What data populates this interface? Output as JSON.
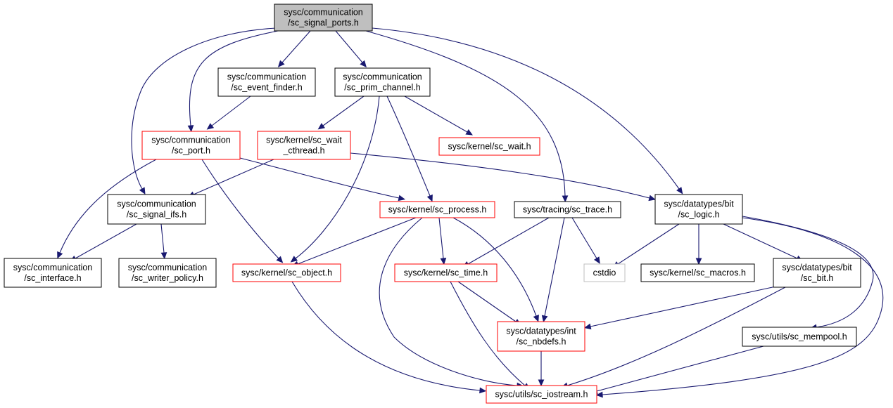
{
  "colors": {
    "edge": "#191970",
    "root_fill": "#bfbfbf",
    "border_default": "#000000",
    "border_truncated": "#ff0000",
    "border_external": "#bfbfbf"
  },
  "nodes": [
    {
      "id": "sc_signal_ports",
      "lines": [
        "sysc/communication",
        "/sc_signal_ports.h"
      ],
      "kind": "root"
    },
    {
      "id": "sc_event_finder",
      "lines": [
        "sysc/communication",
        "/sc_event_finder.h"
      ],
      "kind": "normal"
    },
    {
      "id": "sc_prim_channel",
      "lines": [
        "sysc/communication",
        "/sc_prim_channel.h"
      ],
      "kind": "normal"
    },
    {
      "id": "sc_port",
      "lines": [
        "sysc/communication",
        "/sc_port.h"
      ],
      "kind": "truncated"
    },
    {
      "id": "sc_wait_cthread",
      "lines": [
        "sysc/kernel/sc_wait",
        "_cthread.h"
      ],
      "kind": "truncated"
    },
    {
      "id": "sc_wait",
      "lines": [
        "sysc/kernel/sc_wait.h"
      ],
      "kind": "truncated"
    },
    {
      "id": "sc_signal_ifs",
      "lines": [
        "sysc/communication",
        "/sc_signal_ifs.h"
      ],
      "kind": "normal"
    },
    {
      "id": "sc_process",
      "lines": [
        "sysc/kernel/sc_process.h"
      ],
      "kind": "truncated"
    },
    {
      "id": "sc_trace",
      "lines": [
        "sysc/tracing/sc_trace.h"
      ],
      "kind": "normal"
    },
    {
      "id": "sc_logic",
      "lines": [
        "sysc/datatypes/bit",
        "/sc_logic.h"
      ],
      "kind": "normal"
    },
    {
      "id": "sc_interface",
      "lines": [
        "sysc/communication",
        "/sc_interface.h"
      ],
      "kind": "normal"
    },
    {
      "id": "sc_writer_policy",
      "lines": [
        "sysc/communication",
        "/sc_writer_policy.h"
      ],
      "kind": "normal"
    },
    {
      "id": "sc_object",
      "lines": [
        "sysc/kernel/sc_object.h"
      ],
      "kind": "truncated"
    },
    {
      "id": "sc_time",
      "lines": [
        "sysc/kernel/sc_time.h"
      ],
      "kind": "truncated"
    },
    {
      "id": "cstdio",
      "lines": [
        "cstdio"
      ],
      "kind": "external"
    },
    {
      "id": "sc_macros",
      "lines": [
        "sysc/kernel/sc_macros.h"
      ],
      "kind": "normal"
    },
    {
      "id": "sc_bit",
      "lines": [
        "sysc/datatypes/bit",
        "/sc_bit.h"
      ],
      "kind": "normal"
    },
    {
      "id": "sc_nbdefs",
      "lines": [
        "sysc/datatypes/int",
        "/sc_nbdefs.h"
      ],
      "kind": "truncated"
    },
    {
      "id": "sc_mempool",
      "lines": [
        "sysc/utils/sc_mempool.h"
      ],
      "kind": "normal"
    },
    {
      "id": "sc_iostream",
      "lines": [
        "sysc/utils/sc_iostream.h"
      ],
      "kind": "truncated"
    }
  ],
  "edges": [
    {
      "from": "sc_signal_ports",
      "to": "sc_event_finder"
    },
    {
      "from": "sc_signal_ports",
      "to": "sc_prim_channel"
    },
    {
      "from": "sc_signal_ports",
      "to": "sc_port"
    },
    {
      "from": "sc_signal_ports",
      "to": "sc_signal_ifs"
    },
    {
      "from": "sc_signal_ports",
      "to": "sc_trace"
    },
    {
      "from": "sc_signal_ports",
      "to": "sc_logic"
    },
    {
      "from": "sc_event_finder",
      "to": "sc_port"
    },
    {
      "from": "sc_prim_channel",
      "to": "sc_wait_cthread"
    },
    {
      "from": "sc_prim_channel",
      "to": "sc_wait"
    },
    {
      "from": "sc_prim_channel",
      "to": "sc_process"
    },
    {
      "from": "sc_prim_channel",
      "to": "sc_object"
    },
    {
      "from": "sc_port",
      "to": "sc_interface"
    },
    {
      "from": "sc_port",
      "to": "sc_process"
    },
    {
      "from": "sc_port",
      "to": "sc_object"
    },
    {
      "from": "sc_wait_cthread",
      "to": "sc_signal_ifs"
    },
    {
      "from": "sc_wait_cthread",
      "to": "sc_logic"
    },
    {
      "from": "sc_signal_ifs",
      "to": "sc_interface"
    },
    {
      "from": "sc_signal_ifs",
      "to": "sc_writer_policy"
    },
    {
      "from": "sc_process",
      "to": "sc_object"
    },
    {
      "from": "sc_process",
      "to": "sc_time"
    },
    {
      "from": "sc_process",
      "to": "sc_nbdefs"
    },
    {
      "from": "sc_process",
      "to": "sc_iostream"
    },
    {
      "from": "sc_trace",
      "to": "sc_time"
    },
    {
      "from": "sc_trace",
      "to": "cstdio"
    },
    {
      "from": "sc_trace",
      "to": "sc_nbdefs"
    },
    {
      "from": "sc_logic",
      "to": "cstdio"
    },
    {
      "from": "sc_logic",
      "to": "sc_macros"
    },
    {
      "from": "sc_logic",
      "to": "sc_bit"
    },
    {
      "from": "sc_logic",
      "to": "sc_mempool"
    },
    {
      "from": "sc_logic",
      "to": "sc_iostream"
    },
    {
      "from": "sc_object",
      "to": "sc_iostream"
    },
    {
      "from": "sc_time",
      "to": "sc_nbdefs"
    },
    {
      "from": "sc_time",
      "to": "sc_iostream"
    },
    {
      "from": "sc_bit",
      "to": "sc_nbdefs"
    },
    {
      "from": "sc_bit",
      "to": "sc_iostream"
    },
    {
      "from": "sc_nbdefs",
      "to": "sc_iostream"
    },
    {
      "from": "sc_mempool",
      "to": "sc_iostream"
    }
  ]
}
